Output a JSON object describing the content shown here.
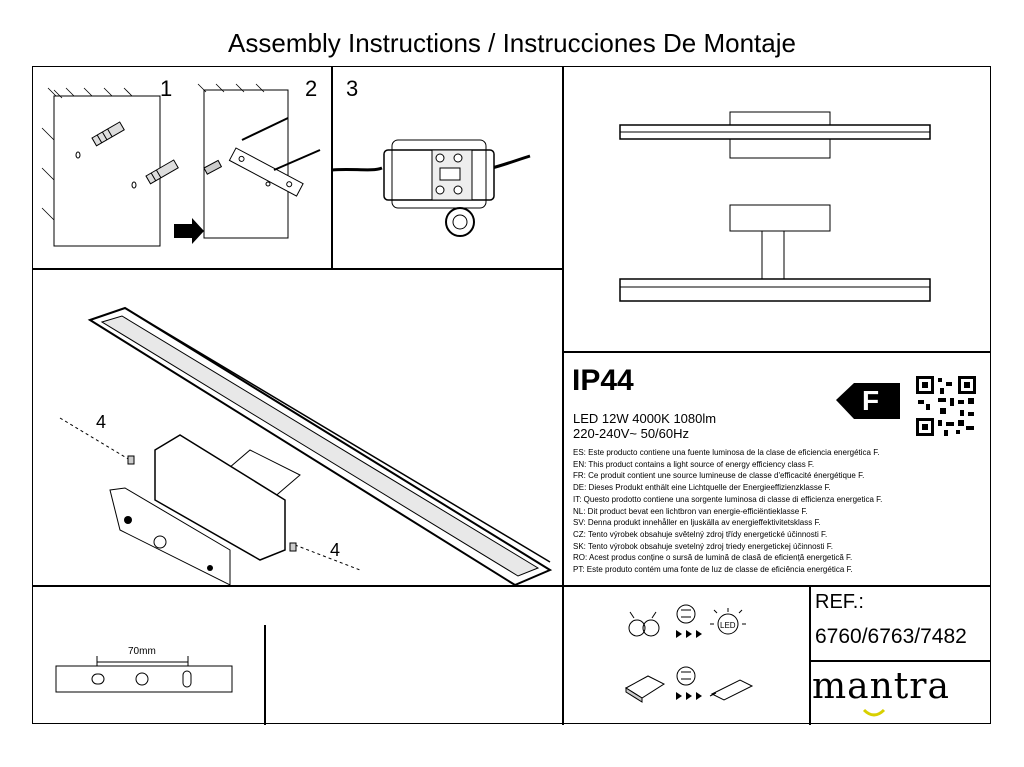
{
  "title": "Assembly Instructions / Instrucciones De Montaje",
  "steps": {
    "step1": "1",
    "step2": "2",
    "step3": "3"
  },
  "callouts": {
    "left": "4",
    "right": "4"
  },
  "ip_rating": "IP44",
  "specs": {
    "line1": "LED 12W 4000K 1080lm",
    "line2": "220-240V~  50/60Hz"
  },
  "energy_class": "F",
  "energy_statements": [
    "ES: Este producto contiene una fuente luminosa de la clase de eficiencia energética F.",
    "EN: This product contains a light source of energy efficiency class F.",
    "FR: Ce produit contient une source lumineuse de classe d'efficacité énergétique F.",
    "DE: Dieses Produkt enthält eine Lichtquelle der Energieeffizienzklasse F.",
    "IT: Questo prodotto contiene una sorgente luminosa di classe di efficienza energetica F.",
    "NL: Dit product bevat een lichtbron van energie-efficiëntieklasse F.",
    "SV: Denna produkt innehåller en ljuskälla av energieffektivitetsklass F.",
    "CZ: Tento výrobek obsahuje světelný zdroj třídy energetické účinnosti F.",
    "SK: Tento výrobok obsahuje svetelný zdroj triedy energetickej účinnosti F.",
    "RO: Acest produs conține o sursă de lumină de clasă de eficiență energetică F.",
    "PT: Este produto contém uma fonte de luz de classe de eficiência energética F."
  ],
  "ref_label": "REF.:",
  "ref_codes": "6760/6763/7482",
  "brand": "mantra",
  "dimension": "70mm",
  "icons": [
    "qr-code",
    "led-replaceable-icon",
    "technician-icon",
    "led-icon",
    "driver-icon",
    "technician-icon",
    "driver-box-icon"
  ]
}
